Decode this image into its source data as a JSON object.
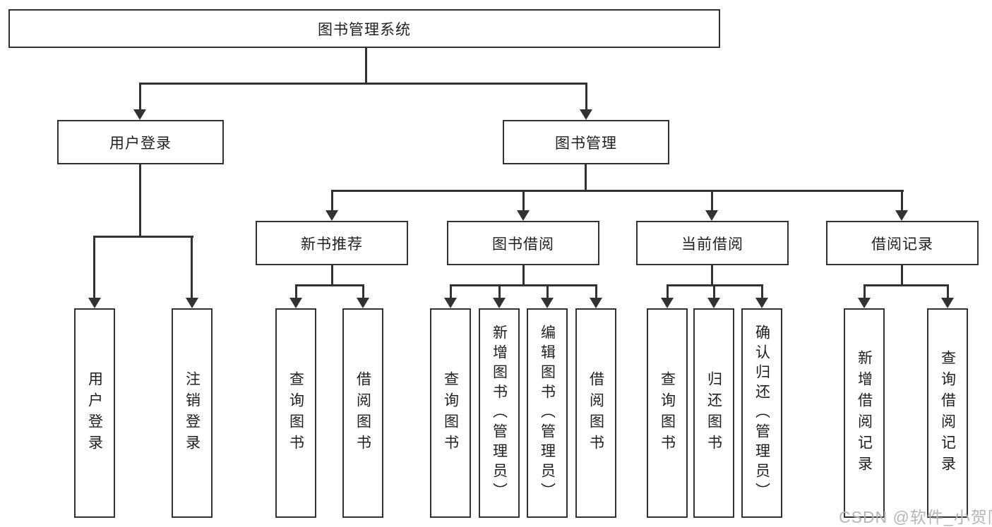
{
  "nodes": {
    "root": "图书管理系统",
    "user_login": "用户登录",
    "book_management": "图书管理",
    "new_book_recommend": "新书推荐",
    "book_borrowing": "图书借阅",
    "current_borrowing": "当前借阅",
    "borrowing_records": "借阅记录",
    "leaf_user_login": "用户登录",
    "leaf_logout_login": "注销登录",
    "leaf_nbr_query_book": "查询图书",
    "leaf_nbr_borrow_book": "借阅图书",
    "leaf_bb_query_book": "查询图书",
    "leaf_bb_add_book_admin": "新增图书（管理员）",
    "leaf_bb_edit_book_admin": "编辑图书（管理员）",
    "leaf_bb_borrow_book": "借阅图书",
    "leaf_cb_query_book": "查询图书",
    "leaf_cb_return_book": "归还图书",
    "leaf_cb_confirm_return_admin": "确认归还（管理员）",
    "leaf_rec_add_record": "新增借阅记录",
    "leaf_rec_query_record": "查询借阅记录"
  },
  "watermark": {
    "text": "CSDN @软件_小贺同学"
  },
  "colors": {
    "box_border": "#323232",
    "connector": "#323232",
    "text": "#1f1f1f",
    "watermark": "#a8a8a8",
    "background": "#ffffff"
  }
}
